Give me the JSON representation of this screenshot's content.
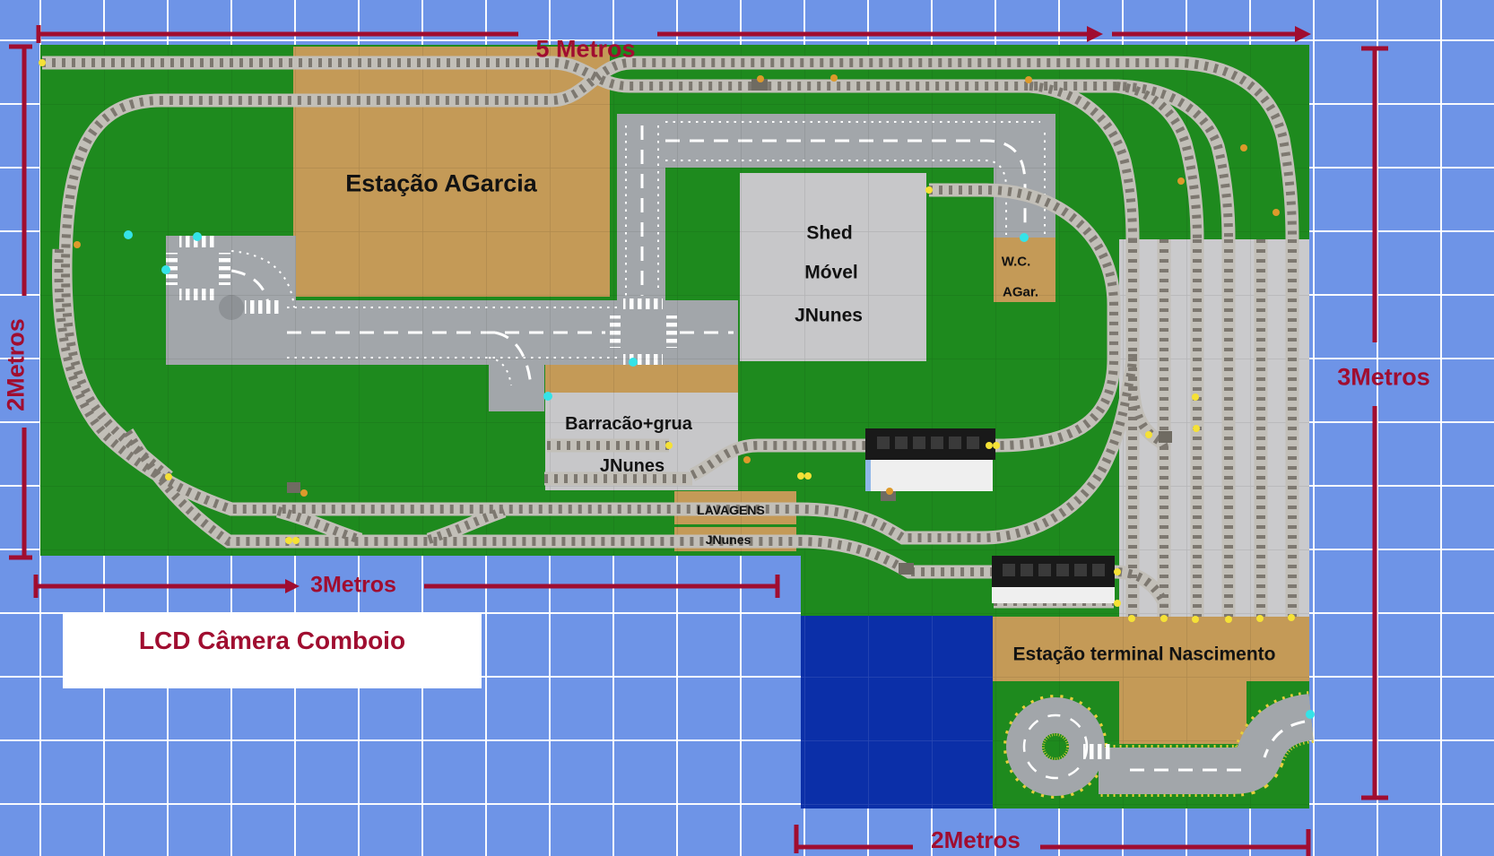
{
  "title": "LEGO train layout plan",
  "dimensions": {
    "top": "5 Metros",
    "left": "2Metros",
    "right": "3Metros",
    "bottom_left": "3Metros",
    "bottom_right": "2Metros"
  },
  "annotations": {
    "lcd": "LCD Câmera Comboio"
  },
  "buildings": {
    "station_agarcia": "Estação AGarcia",
    "shed": {
      "line1": "Shed",
      "line2": "Móvel",
      "line3": "JNunes"
    },
    "wc": {
      "line1": "W.C.",
      "line2": "AGar."
    },
    "barracao": {
      "line1": "Barracão+grua",
      "line2": "JNunes"
    },
    "lavagens": {
      "line1": "LAVAGENS",
      "line2": "JNunes"
    },
    "terminal": "Estação terminal Nascimento"
  },
  "colors": {
    "bg_blue": "#6E94E7",
    "green": "#1E8A1E",
    "water": "#0B2FA8",
    "tan": "#C49A57",
    "plate_gray": "#C7C7C9",
    "yard_gray": "#CACACC",
    "road_gray": "#A2A6AA",
    "crimson": "#A00D30",
    "track_bed": "#C2BFB8",
    "track_tie": "#7D7870",
    "train_black": "#191919",
    "platform_white": "#EFEFEF",
    "dot_yellow": "#F5E136",
    "dot_orange": "#DD9A2B",
    "dot_cyan": "#35E3E8"
  }
}
